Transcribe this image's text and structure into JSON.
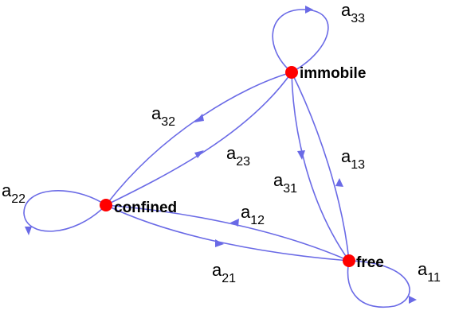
{
  "colors": {
    "edge": "#6a6ae6",
    "node": "#ff0000",
    "text": "#000000"
  },
  "nodes": {
    "immobile": {
      "label": "immobile"
    },
    "confined": {
      "label": "confined"
    },
    "free": {
      "label": "free"
    }
  },
  "edges": {
    "a11": {
      "base": "a",
      "sub": "11"
    },
    "a12": {
      "base": "a",
      "sub": "12"
    },
    "a13": {
      "base": "a",
      "sub": "13"
    },
    "a21": {
      "base": "a",
      "sub": "21"
    },
    "a22": {
      "base": "a",
      "sub": "22"
    },
    "a23": {
      "base": "a",
      "sub": "23"
    },
    "a31": {
      "base": "a",
      "sub": "31"
    },
    "a32": {
      "base": "a",
      "sub": "32"
    },
    "a33": {
      "base": "a",
      "sub": "33"
    }
  }
}
